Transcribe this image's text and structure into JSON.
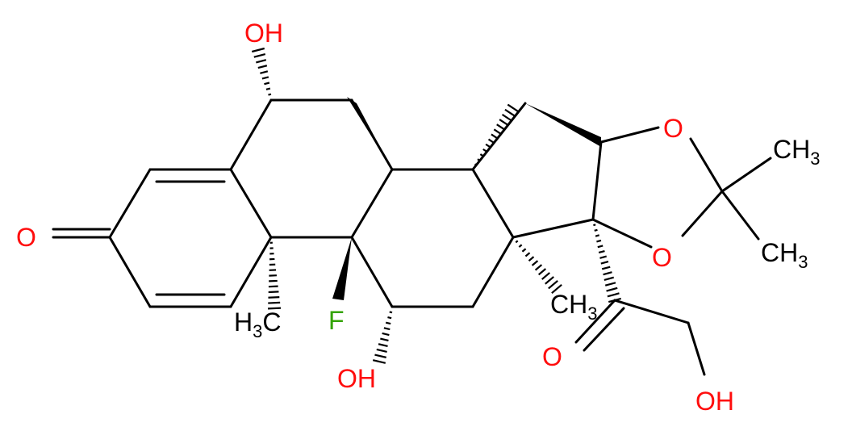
{
  "colors": {
    "bond": "#000000",
    "oxygen": "#ff0d0d",
    "fluorine": "#33a300",
    "carbon_label": "#000000"
  },
  "labels": {
    "oh_top": "OH",
    "ketone_o": "O",
    "h3c_left": "H",
    "h3c_left_sub": "3",
    "h3c_left_c": "C",
    "fluorine": "F",
    "oh_bottom": "OH",
    "ch3_mid": "CH",
    "ch3_mid_sub": "3",
    "o_upper": "O",
    "o_lower": "O",
    "ch3_right_top": "CH",
    "ch3_right_top_sub": "3",
    "ch3_right_bottom": "CH",
    "ch3_right_bottom_sub": "3",
    "ketone_o2": "O",
    "oh_right": "OH"
  }
}
